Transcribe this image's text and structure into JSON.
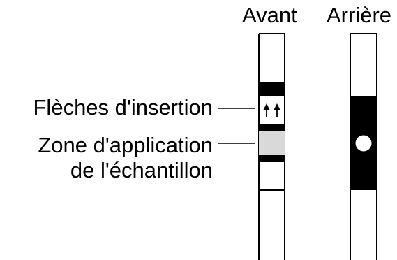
{
  "labels": {
    "front": "Avant",
    "back": "Arrière",
    "arrows": "Flèches d'insertion",
    "sample_zone_line1": "Zone d'application",
    "sample_zone_line2": "de l'échantillon"
  },
  "colors": {
    "stroke": "#000000",
    "band": "#000000",
    "sample_fill": "#d9d9d9",
    "background": "#ffffff"
  },
  "icons": {
    "insertion": "up-arrow-icon"
  }
}
